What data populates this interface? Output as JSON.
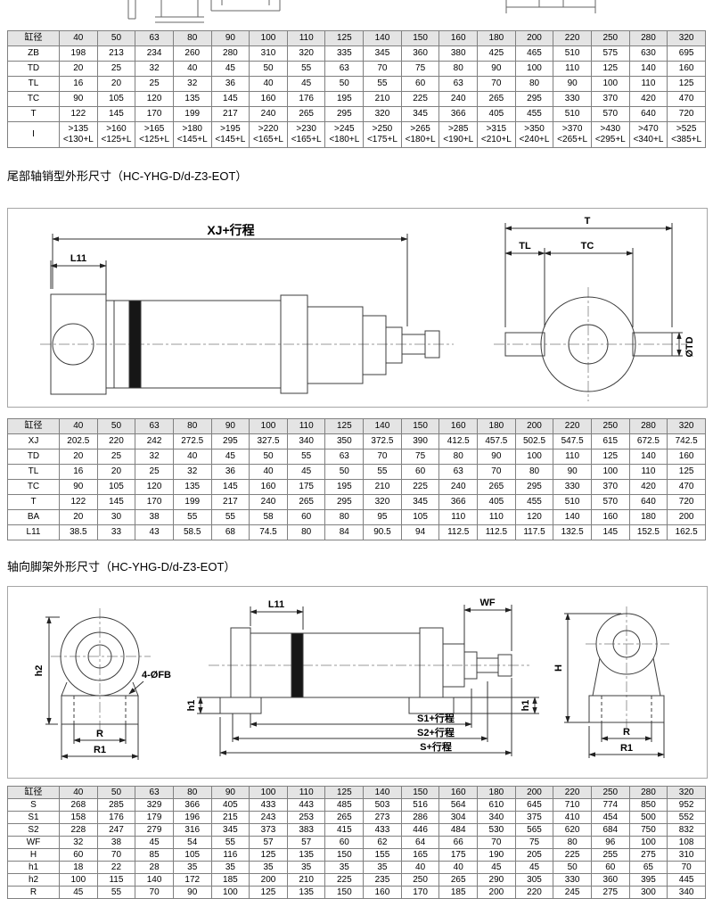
{
  "colors": {
    "table_header_bg": "#e4e4e4",
    "line_color": "#3c3c3c"
  },
  "sections": {
    "s1_title": "尾部轴销型外形尺寸（HC-YHG-D/d-Z3-EOT）",
    "s2_title": "轴向脚架外形尺寸（HC-YHG-D/d-Z3-EOT）"
  },
  "table1": {
    "header": [
      "缸径",
      "40",
      "50",
      "63",
      "80",
      "90",
      "100",
      "110",
      "125",
      "140",
      "150",
      "160",
      "180",
      "200",
      "220",
      "250",
      "280",
      "320"
    ],
    "rows": [
      {
        "label": "ZB",
        "values": [
          "198",
          "213",
          "234",
          "260",
          "280",
          "310",
          "320",
          "335",
          "345",
          "360",
          "380",
          "425",
          "465",
          "510",
          "575",
          "630",
          "695"
        ]
      },
      {
        "label": "TD",
        "values": [
          "20",
          "25",
          "32",
          "40",
          "45",
          "50",
          "55",
          "63",
          "70",
          "75",
          "80",
          "90",
          "100",
          "110",
          "125",
          "140",
          "160"
        ]
      },
      {
        "label": "TL",
        "values": [
          "16",
          "20",
          "25",
          "32",
          "36",
          "40",
          "45",
          "50",
          "55",
          "60",
          "63",
          "70",
          "80",
          "90",
          "100",
          "110",
          "125"
        ]
      },
      {
        "label": "TC",
        "values": [
          "90",
          "105",
          "120",
          "135",
          "145",
          "160",
          "176",
          "195",
          "210",
          "225",
          "240",
          "265",
          "295",
          "330",
          "370",
          "420",
          "470"
        ]
      },
      {
        "label": "T",
        "values": [
          "122",
          "145",
          "170",
          "199",
          "217",
          "240",
          "265",
          "295",
          "320",
          "345",
          "366",
          "405",
          "455",
          "510",
          "570",
          "640",
          "720"
        ]
      },
      {
        "label": "I",
        "values": [
          ">135\n<130+L",
          ">160\n<125+L",
          ">165\n<125+L",
          ">180\n<145+L",
          ">195\n<145+L",
          ">220\n<165+L",
          ">230\n<165+L",
          ">245\n<180+L",
          ">250\n<175+L",
          ">265\n<180+L",
          ">285\n<190+L",
          ">315\n<210+L",
          ">350\n<240+L",
          ">370\n<265+L",
          ">430\n<295+L",
          ">470\n<340+L",
          ">525\n<385+L"
        ]
      }
    ]
  },
  "table2": {
    "header": [
      "缸径",
      "40",
      "50",
      "63",
      "80",
      "90",
      "100",
      "110",
      "125",
      "140",
      "150",
      "160",
      "180",
      "200",
      "220",
      "250",
      "280",
      "320"
    ],
    "rows": [
      {
        "label": "XJ",
        "values": [
          "202.5",
          "220",
          "242",
          "272.5",
          "295",
          "327.5",
          "340",
          "350",
          "372.5",
          "390",
          "412.5",
          "457.5",
          "502.5",
          "547.5",
          "615",
          "672.5",
          "742.5"
        ]
      },
      {
        "label": "TD",
        "values": [
          "20",
          "25",
          "32",
          "40",
          "45",
          "50",
          "55",
          "63",
          "70",
          "75",
          "80",
          "90",
          "100",
          "110",
          "125",
          "140",
          "160"
        ]
      },
      {
        "label": "TL",
        "values": [
          "16",
          "20",
          "25",
          "32",
          "36",
          "40",
          "45",
          "50",
          "55",
          "60",
          "63",
          "70",
          "80",
          "90",
          "100",
          "110",
          "125"
        ]
      },
      {
        "label": "TC",
        "values": [
          "90",
          "105",
          "120",
          "135",
          "145",
          "160",
          "175",
          "195",
          "210",
          "225",
          "240",
          "265",
          "295",
          "330",
          "370",
          "420",
          "470"
        ]
      },
      {
        "label": "T",
        "values": [
          "122",
          "145",
          "170",
          "199",
          "217",
          "240",
          "265",
          "295",
          "320",
          "345",
          "366",
          "405",
          "455",
          "510",
          "570",
          "640",
          "720"
        ]
      },
      {
        "label": "BA",
        "values": [
          "20",
          "30",
          "38",
          "55",
          "55",
          "58",
          "60",
          "80",
          "95",
          "105",
          "110",
          "110",
          "120",
          "140",
          "160",
          "180",
          "200"
        ]
      },
      {
        "label": "L11",
        "values": [
          "38.5",
          "33",
          "43",
          "58.5",
          "68",
          "74.5",
          "80",
          "84",
          "90.5",
          "94",
          "112.5",
          "112.5",
          "117.5",
          "132.5",
          "145",
          "152.5",
          "162.5"
        ]
      }
    ]
  },
  "table3": {
    "header": [
      "缸径",
      "40",
      "50",
      "63",
      "80",
      "90",
      "100",
      "110",
      "125",
      "140",
      "150",
      "160",
      "180",
      "200",
      "220",
      "250",
      "280",
      "320"
    ],
    "rows": [
      {
        "label": "S",
        "values": [
          "268",
          "285",
          "329",
          "366",
          "405",
          "433",
          "443",
          "485",
          "503",
          "516",
          "564",
          "610",
          "645",
          "710",
          "774",
          "850",
          "952"
        ]
      },
      {
        "label": "S1",
        "values": [
          "158",
          "176",
          "179",
          "196",
          "215",
          "243",
          "253",
          "265",
          "273",
          "286",
          "304",
          "340",
          "375",
          "410",
          "454",
          "500",
          "552"
        ]
      },
      {
        "label": "S2",
        "values": [
          "228",
          "247",
          "279",
          "316",
          "345",
          "373",
          "383",
          "415",
          "433",
          "446",
          "484",
          "530",
          "565",
          "620",
          "684",
          "750",
          "832"
        ]
      },
      {
        "label": "WF",
        "values": [
          "32",
          "38",
          "45",
          "54",
          "55",
          "57",
          "57",
          "60",
          "62",
          "64",
          "66",
          "70",
          "75",
          "80",
          "96",
          "100",
          "108"
        ]
      },
      {
        "label": "H",
        "values": [
          "60",
          "70",
          "85",
          "105",
          "116",
          "125",
          "135",
          "150",
          "155",
          "165",
          "175",
          "190",
          "205",
          "225",
          "255",
          "275",
          "310"
        ]
      },
      {
        "label": "h1",
        "values": [
          "18",
          "22",
          "28",
          "35",
          "35",
          "35",
          "35",
          "35",
          "35",
          "40",
          "40",
          "45",
          "45",
          "50",
          "60",
          "65",
          "70"
        ]
      },
      {
        "label": "h2",
        "values": [
          "100",
          "115",
          "140",
          "172",
          "185",
          "200",
          "210",
          "225",
          "235",
          "250",
          "265",
          "290",
          "305",
          "330",
          "360",
          "395",
          "445"
        ]
      },
      {
        "label": "R",
        "values": [
          "45",
          "55",
          "70",
          "90",
          "100",
          "125",
          "135",
          "150",
          "160",
          "170",
          "185",
          "200",
          "220",
          "245",
          "275",
          "300",
          "340"
        ]
      }
    ]
  },
  "diagram1": {
    "labels": {
      "xj": "XJ+行程",
      "l11": "L11",
      "t": "T",
      "tl": "TL",
      "tc": "TC",
      "td": "ØTD"
    }
  },
  "diagram2": {
    "labels": {
      "l11": "L11",
      "wf": "WF",
      "h2": "h2",
      "fb": "4-ØFB",
      "h1_left": "h1",
      "h1_right": "h1",
      "s1": "S1+行程",
      "s2": "S2+行程",
      "s": "S+行程",
      "h": "H",
      "r_left": "R",
      "r1_left": "R1",
      "r_right": "R",
      "r1_right": "R1"
    }
  }
}
